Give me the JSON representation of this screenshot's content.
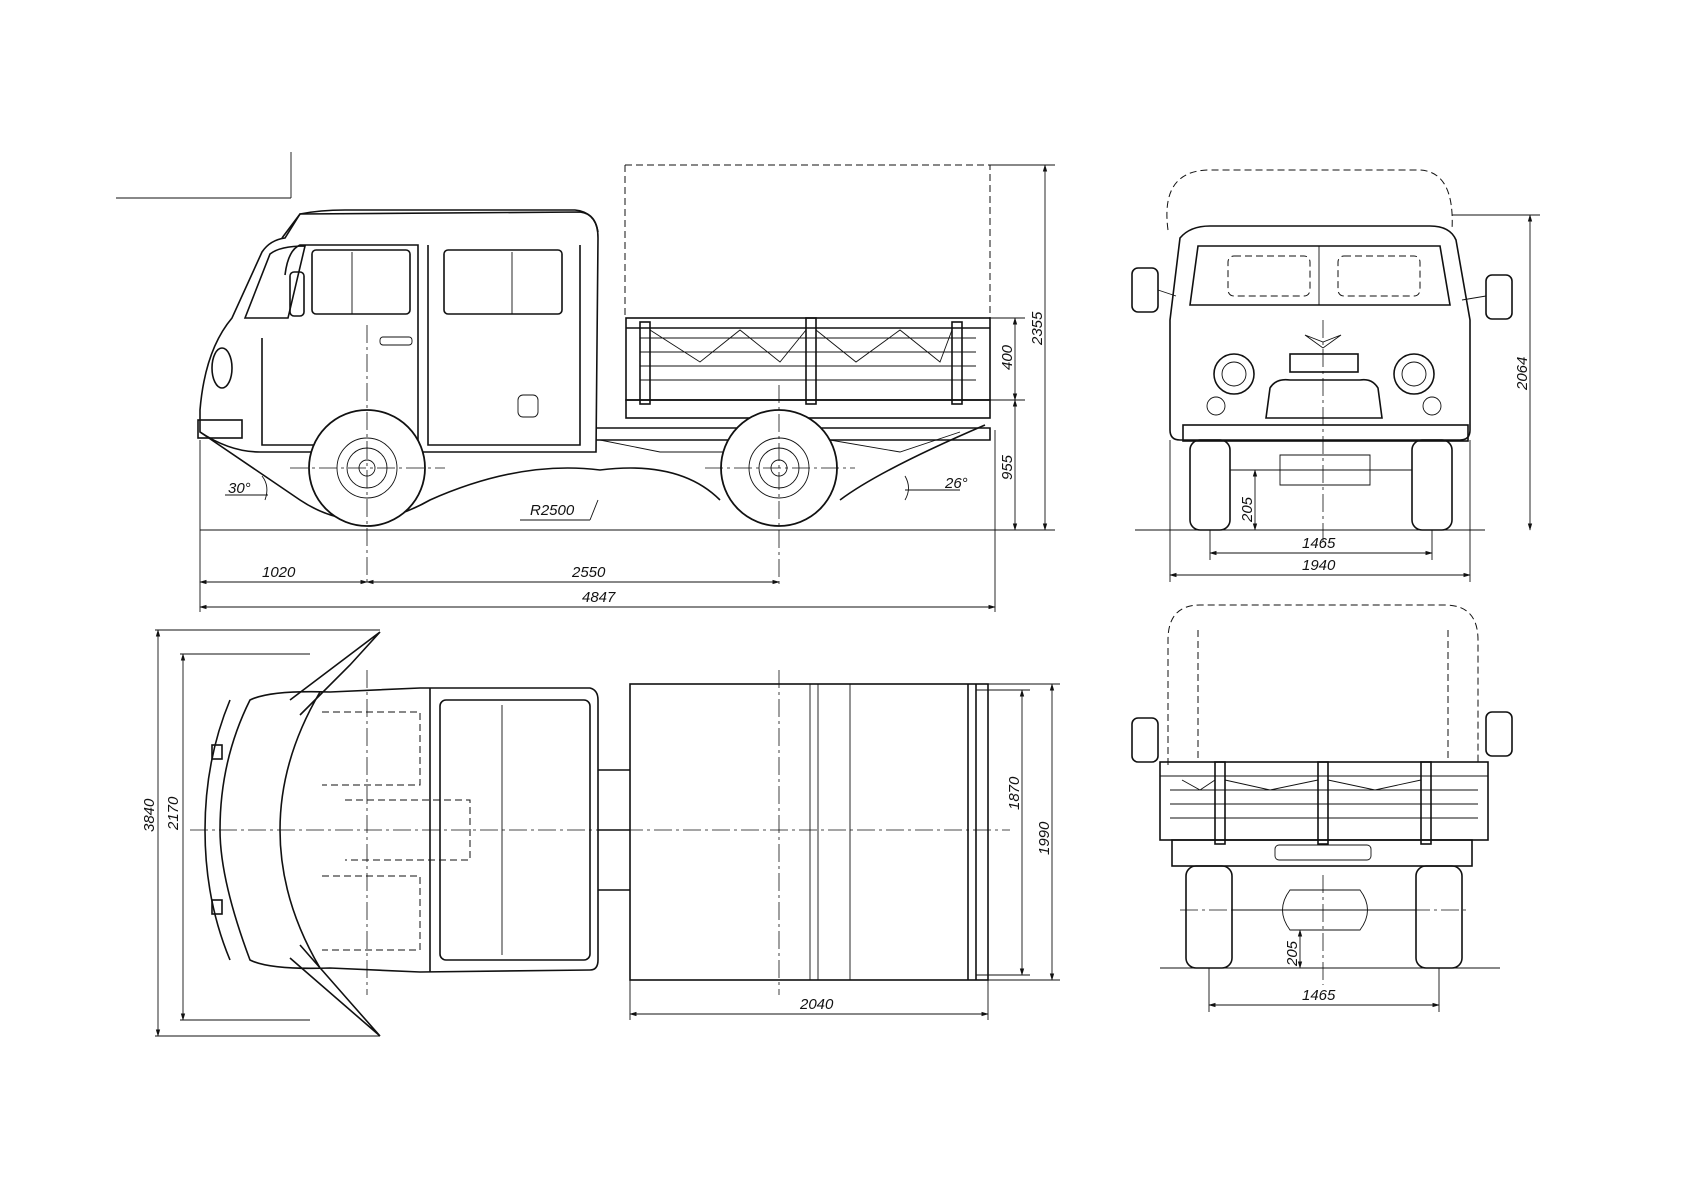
{
  "dimensions": {
    "overall_length": "4847",
    "front_overhang": "1020",
    "wheelbase": "2550",
    "overall_height": "2355",
    "side_height": "400",
    "platform_height": "955",
    "turn_radius": "R2500",
    "approach_angle": "30°",
    "departure_angle": "26°",
    "front_height": "2064",
    "ground_clearance_front": "205",
    "track_front": "1465",
    "overall_width": "1940",
    "mirror_span": "3840",
    "cab_width": "2170",
    "platform_inner_width": "1870",
    "platform_outer_width": "1990",
    "platform_length": "2040",
    "ground_clearance_rear": "205",
    "track_rear": "1465"
  }
}
